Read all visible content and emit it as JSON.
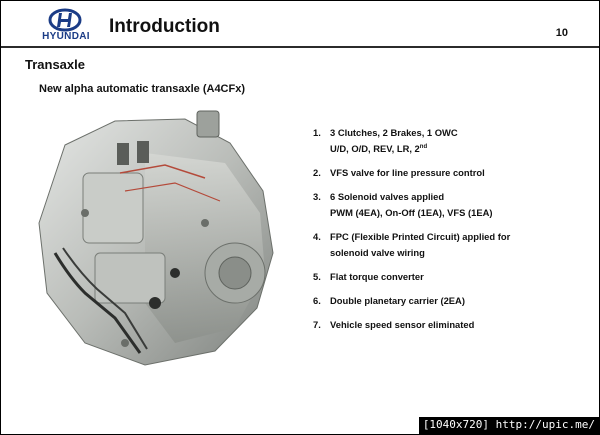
{
  "header": {
    "brand": "HYUNDAI",
    "title": "Introduction",
    "page_number": "10"
  },
  "section": {
    "heading": "Transaxle",
    "subtitle": "New alpha automatic transaxle (A4CFx)"
  },
  "features": [
    {
      "num": "1.",
      "line1": "3 Clutches, 2 Brakes, 1 OWC",
      "line2": "U/D, O/D, REV, LR, 2",
      "sup": "nd"
    },
    {
      "num": "2.",
      "line1": "VFS valve for line pressure control"
    },
    {
      "num": "3.",
      "line1": "6 Solenoid valves applied",
      "line2": "PWM (4EA), On-Off (1EA), VFS (1EA)"
    },
    {
      "num": "4.",
      "line1": "FPC (Flexible Printed Circuit) applied for",
      "line2": "solenoid valve wiring"
    },
    {
      "num": "5.",
      "line1": "Flat torque converter"
    },
    {
      "num": "6.",
      "line1": "Double planetary carrier (2EA)"
    },
    {
      "num": "7.",
      "line1": "Vehicle speed sensor eliminated"
    }
  ],
  "watermark": "[1040x720] http://upic.me/",
  "colors": {
    "brand": "#1b3c86",
    "rule": "#2b2b2b"
  }
}
